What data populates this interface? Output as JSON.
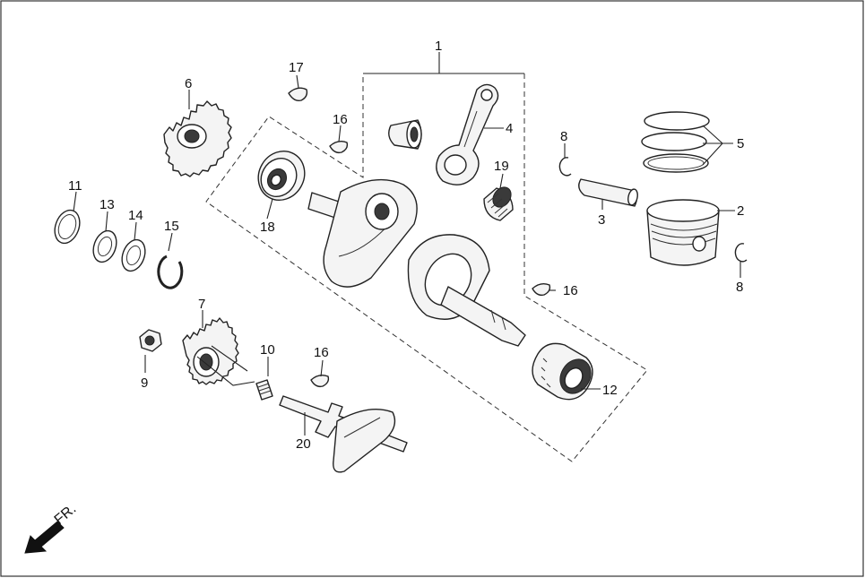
{
  "callouts": {
    "c1": "1",
    "c2": "2",
    "c3": "3",
    "c4": "4",
    "c5": "5",
    "c6": "6",
    "c7": "7",
    "c8a": "8",
    "c8b": "8",
    "c9": "9",
    "c10": "10",
    "c11": "11",
    "c12": "12",
    "c13": "13",
    "c14": "14",
    "c15": "15",
    "c16a": "16",
    "c16b": "16",
    "c16c": "16",
    "c17": "17",
    "c18": "18",
    "c19": "19",
    "c20": "20"
  },
  "direction": {
    "label": "FR.",
    "icon": "arrow-down-left-icon"
  },
  "colors": {
    "line": "#222222",
    "background": "#ffffff"
  }
}
